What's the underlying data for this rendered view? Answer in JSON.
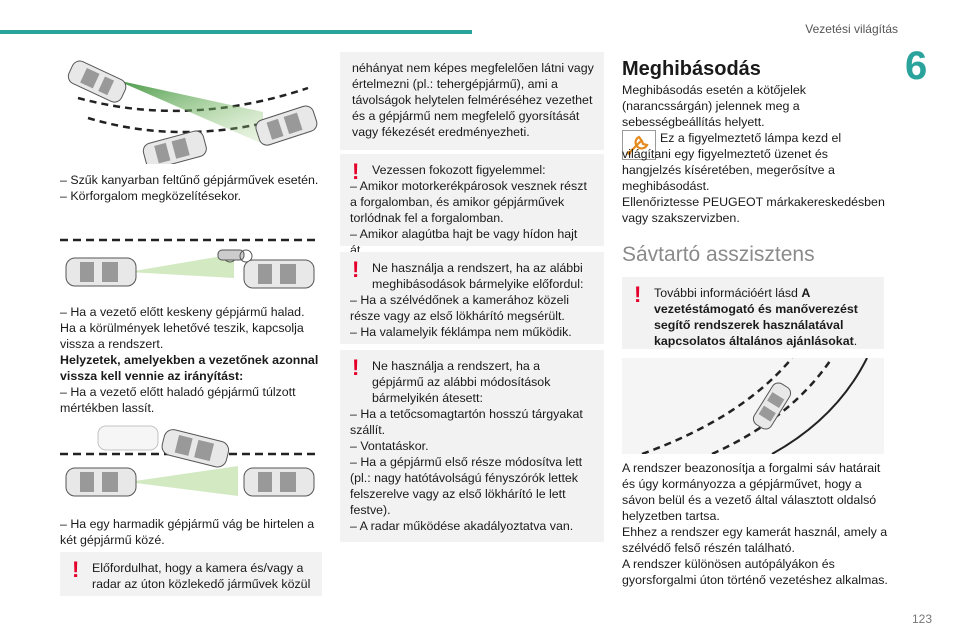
{
  "header": {
    "section_title": "Vezetési világítás",
    "chapter_number": "6",
    "page_number": "123"
  },
  "col1": {
    "list1": [
      "– Szűk kanyarban feltűnő gépjárművek esetén.",
      "– Körforgalom megközelítésekor."
    ],
    "para2": "– Ha a vezető előtt keskeny gépjármű halad. Ha a körülmények lehetővé teszik, kapcsolja vissza a rendszert.",
    "bold_heading": "Helyzetek, amelyekben a vezetőnek azonnal vissza kell vennie az irányítást:",
    "para3": "– Ha a vezető előtt haladó gépjármű túlzott mértékben lassít.",
    "para4": "– Ha egy harmadik gépjármű vág be hirtelen a két gépjármű közé.",
    "box_text": "Előfordulhat, hogy a kamera és/vagy a radar az úton közlekedő járművek közül"
  },
  "col2": {
    "box1": "néhányat nem képes megfelelően látni vagy értelmezni (pl.: tehergépjármű), ami a távolságok helytelen felméréséhez vezethet és a gépjármű nem megfelelő gyorsítását vagy fékezését eredményezheti.",
    "box2_first": "Vezessen fokozott figyelemmel:",
    "box2_rest": "– Amikor motorkerékpárosok vesznek részt a forgalomban, és amikor gépjárművek torlódnak fel a forgalomban.",
    "box2_last": "– Amikor alagútba hajt be vagy hídon hajt át.",
    "box3_first": "Ne használja a rendszert, ha az alábbi meghibásodások bármelyike előfordul:",
    "box3_rest": "– Ha a szélvédőnek a kamerához közeli része vagy az első lökhárító megsérült.",
    "box3_last": "– Ha valamelyik féklámpa nem működik.",
    "box4_first": "Ne használja a rendszert, ha a gépjármű az alábbi módosítások bármelyikén átesett:",
    "box4_l1": "– Ha a tetőcsomagtartón hosszú tárgyakat szállít.",
    "box4_l2": "– Vontatáskor.",
    "box4_l3": "– Ha a gépjármű első része módosítva lett (pl.: nagy hatótávolságú fényszórók lettek felszerelve vagy az első lökhárító le lett festve).",
    "box4_l4": "– A radar működése akadályoztatva van."
  },
  "col3": {
    "heading_fault": "Meghibásodás",
    "fault_p1": "Meghibásodás esetén a kötőjelek (narancssárgán) jelennek meg a sebességbeállítás helyett.",
    "fault_p2": "Ez a figyelmeztető lámpa kezd el világítani egy figyelmeztető üzenet és hangjelzés kíséretében, megerősítve a meghibásodást.",
    "fault_p3": "Ellenőriztesse PEUGEOT márkakereskedésben vagy szakszervizben.",
    "heading_lane": "Sávtartó asszisztens",
    "box_pre": "További információért lásd ",
    "box_bold": "A vezetéstámogató és manőverezést segítő rendszerek használatával kapcsolatos általános ajánlásokat",
    "box_post": ".",
    "lane_p1": "A rendszer beazonosítja a forgalmi sáv határait és úgy kormányozza a gépjárművet, hogy a sávon belül és a vezető által választott oldalsó helyzetben tartsa.",
    "lane_p2": "Ehhez a rendszer egy kamerát használ, amely a szélvédő felső részén található.",
    "lane_p3": "A rendszer különösen autópályákon és gyorsforgalmi úton történő vezetéshez alkalmas."
  }
}
